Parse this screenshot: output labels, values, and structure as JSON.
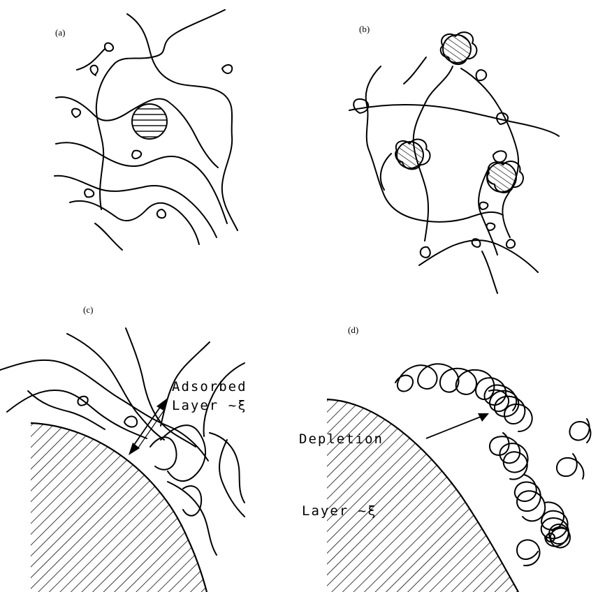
{
  "panels": {
    "a": {
      "label": "(a)"
    },
    "b": {
      "label": "(b)"
    },
    "c": {
      "label": "(c)",
      "annotation": {
        "line1": "Adsorbed",
        "line2": "Layer ~ξ"
      }
    },
    "d": {
      "label": "(d)",
      "annotation": {
        "line1": "Depletion",
        "line2": "Layer ~ξ"
      }
    }
  }
}
